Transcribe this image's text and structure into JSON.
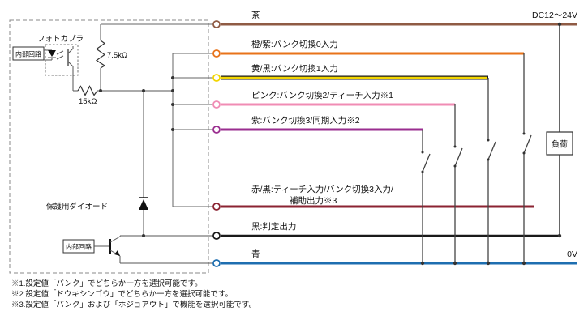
{
  "colors": {
    "brown": "#8f5b44",
    "orange": "#e8731a",
    "yellow": "#f2d500",
    "yellow_casing": "#1a1a1a",
    "pink": "#f08cb4",
    "purple": "#9a2d8f",
    "red_black": "#8b2332",
    "black": "#1a1a1a",
    "blue": "#1e6eb0",
    "line_gray": "#555555"
  },
  "labels": {
    "photocoupler": "フォトカプラ",
    "internal_circuit_top": "内部回路",
    "internal_circuit_bottom": "内部回路",
    "resistor_pullup": "7.5kΩ",
    "resistor_series": "15kΩ",
    "protection_diode": "保護用ダイオード",
    "load": "負荷"
  },
  "wires": {
    "brown": {
      "label": "茶",
      "right_label": "DC12～24V"
    },
    "orange": {
      "label": "橙/紫:バンク切換0入力"
    },
    "yellow": {
      "label": "黄/黒:バンク切換1入力"
    },
    "pink": {
      "label": "ピンク:バンク切換2/ティーチ入力※1"
    },
    "purple": {
      "label": "紫:バンク切換3/同期入力※2"
    },
    "red_black": {
      "label_line1": "赤/黒:ティーチ入力/バンク切換3入力/",
      "label_line2": "補助出力※3"
    },
    "black": {
      "label": "黒:判定出力"
    },
    "blue": {
      "label": "青",
      "right_label": "0V"
    }
  },
  "footnotes": [
    "※1.設定値「バンク」でどちらか一方を選択可能です。",
    "※2.設定値「ドウキシンゴウ」でどちらか一方を選択可能です。",
    "※3.設定値「バンク」および「ホジョアウト」で機能を選択可能です。"
  ]
}
